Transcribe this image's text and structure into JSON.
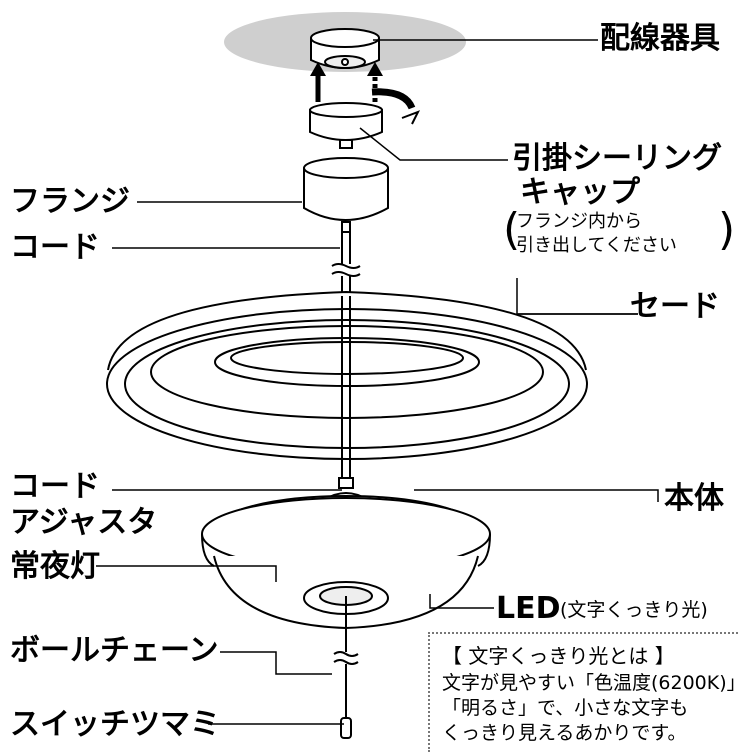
{
  "labels": {
    "wiring": "配線器具",
    "cap_line1": "引掛シーリング",
    "cap_line2": "キャップ",
    "cap_note_line1": "フランジ内から",
    "cap_note_line2": "引き出してください",
    "flange": "フランジ",
    "cord": "コード",
    "shade": "セード",
    "adjuster_line1": "コード",
    "adjuster_line2": "アジャスタ",
    "body": "本体",
    "night_light": "常夜灯",
    "led": "LED",
    "led_note": "(文字くっきり光)",
    "ball_chain": "ボールチェーン",
    "switch_knob": "スイッチツマミ"
  },
  "note": {
    "title": "【 文字くっきり光とは 】",
    "line1": "文字が見やすい「色温度(6200K)」",
    "line2": "「明るさ」で、小さな文字も",
    "line3": "くっきり見えるあかりです。"
  }
}
